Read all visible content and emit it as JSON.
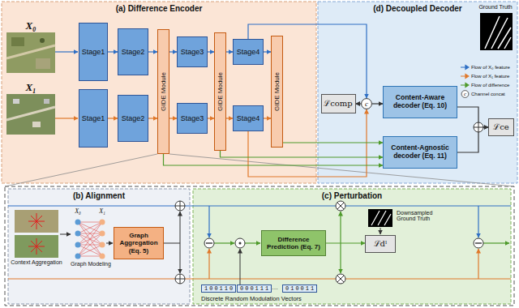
{
  "diagram": {
    "nodes": [
      {
        "text": [
          "(a) Difference Encoder"
        ]
      },
      {
        "text": [
          "Stage1"
        ],
        "in": 0
      },
      {
        "text": [
          "Stage2"
        ],
        "in": 0
      },
      {
        "text": [
          "GIDE Module"
        ],
        "in": 0
      },
      {
        "text": [
          "Stage3"
        ],
        "in": 0
      },
      {
        "text": [
          "GIDE Module"
        ],
        "in": 0
      },
      {
        "text": [
          "Stage4"
        ],
        "in": 0
      },
      {
        "text": [
          "GIDE Module"
        ],
        "in": 0
      },
      {
        "text": [
          "Stage1"
        ],
        "in": 0
      },
      {
        "text": [
          "Stage2"
        ],
        "in": 0
      },
      {
        "text": [
          "Stage3"
        ],
        "in": 0
      },
      {
        "text": [
          "Stage4"
        ],
        "in": 0
      },
      {
        "text": [
          "(d) Decoupled Decoder"
        ]
      },
      {
        "text": [
          "ℒcomp"
        ],
        "in": 12
      },
      {
        "text": [
          "c"
        ],
        "in": 12
      },
      {
        "text": [
          "Content-Aware decoder (Eq. 10)"
        ],
        "in": 12
      },
      {
        "text": [
          "Content-Agnostic decoder (Eq. 11)"
        ],
        "in": 12
      },
      {
        "text": [
          "ℒce"
        ],
        "in": 12
      },
      {
        "text": [
          "(b) Alignment"
        ]
      },
      {
        "text": [
          "Graph Aggregation (Eq. 5)"
        ],
        "in": 18
      },
      {
        "text": [
          "(c) Perturbation"
        ]
      },
      {
        "text": [
          "Difference Prediction (Eq. 7)"
        ],
        "in": 20
      },
      {
        "text": [
          "ℒdˡ"
        ],
        "in": 20
      }
    ],
    "edges": [
      {
        "from": 1,
        "to": 2,
        "arrow": "to"
      },
      {
        "from": 8,
        "to": 9,
        "arrow": "to"
      },
      {
        "from": 2,
        "to": 3,
        "arrow": "to"
      },
      {
        "from": 9,
        "to": 3,
        "arrow": "to"
      },
      {
        "from": 3,
        "to": 4,
        "arrow": "to"
      },
      {
        "from": 3,
        "to": 10,
        "arrow": "to"
      },
      {
        "from": 4,
        "to": 5,
        "arrow": "to"
      },
      {
        "from": 10,
        "to": 5,
        "arrow": "to"
      },
      {
        "from": 5,
        "to": 6,
        "arrow": "to"
      },
      {
        "from": 5,
        "to": 11,
        "arrow": "to"
      },
      {
        "from": 6,
        "to": 7,
        "arrow": "to"
      },
      {
        "from": 11,
        "to": 7,
        "arrow": "to"
      },
      {
        "from": 6,
        "to": 14,
        "arrow": "to"
      },
      {
        "from": 11,
        "to": 14,
        "arrow": "to"
      },
      {
        "from": 14,
        "to": 13,
        "arrow": "to"
      },
      {
        "from": 14,
        "to": 15,
        "arrow": "to"
      },
      {
        "from": 3,
        "to": 16,
        "arrow": "to"
      },
      {
        "from": 5,
        "to": 16,
        "arrow": "to"
      },
      {
        "from": 7,
        "to": 16,
        "arrow": "to"
      },
      {
        "from": 15,
        "to": 17,
        "arrow": "to"
      },
      {
        "from": 16,
        "to": 17,
        "arrow": "to"
      },
      {
        "from": 21,
        "to": 22,
        "arrow": "to"
      }
    ],
    "labels": [
      "X₀",
      "X₁",
      "Ground Truth",
      "c",
      "Context Aggregation",
      "X₀",
      "X₁",
      "Graph Modeling",
      "Downsampled Ground Truth",
      "100110",
      "000111",
      "…",
      "010011",
      "Discrete Random Modulation Vectors"
    ],
    "legend": [
      {
        "text": "Flow of X₀ feature"
      },
      {
        "text": "Flow of X₁ feature"
      },
      {
        "text": "Flow of difference"
      },
      {
        "text": "Channel concat"
      }
    ]
  }
}
